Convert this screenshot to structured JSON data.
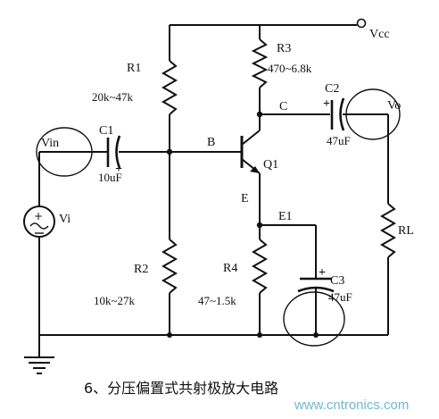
{
  "labels": {
    "vcc": "Vcc",
    "vin": "Vin",
    "vo": "Vo",
    "vi": "Vi",
    "b": "B",
    "c": "C",
    "e": "E",
    "e1": "E1",
    "q1": "Q1",
    "rl": "RL"
  },
  "components": {
    "r1": {
      "name": "R1",
      "value": "20k~47k"
    },
    "r2": {
      "name": "R2",
      "value": "10k~27k"
    },
    "r3": {
      "name": "R3",
      "value": "470~6.8k"
    },
    "r4": {
      "name": "R4",
      "value": "47~1.5k"
    },
    "c1": {
      "name": "C1",
      "value": "10uF",
      "polarity": "+"
    },
    "c2": {
      "name": "C2",
      "value": "47uF",
      "polarity": "+"
    },
    "c3": {
      "name": "C3",
      "value": "47uF",
      "polarity": "+"
    }
  },
  "caption": "6、分压偏置式共射极放大电路",
  "watermark": "www.cntronics.com",
  "colors": {
    "ink": "#111111",
    "watermark": "#6fb8cf",
    "background": "#ffffff"
  }
}
